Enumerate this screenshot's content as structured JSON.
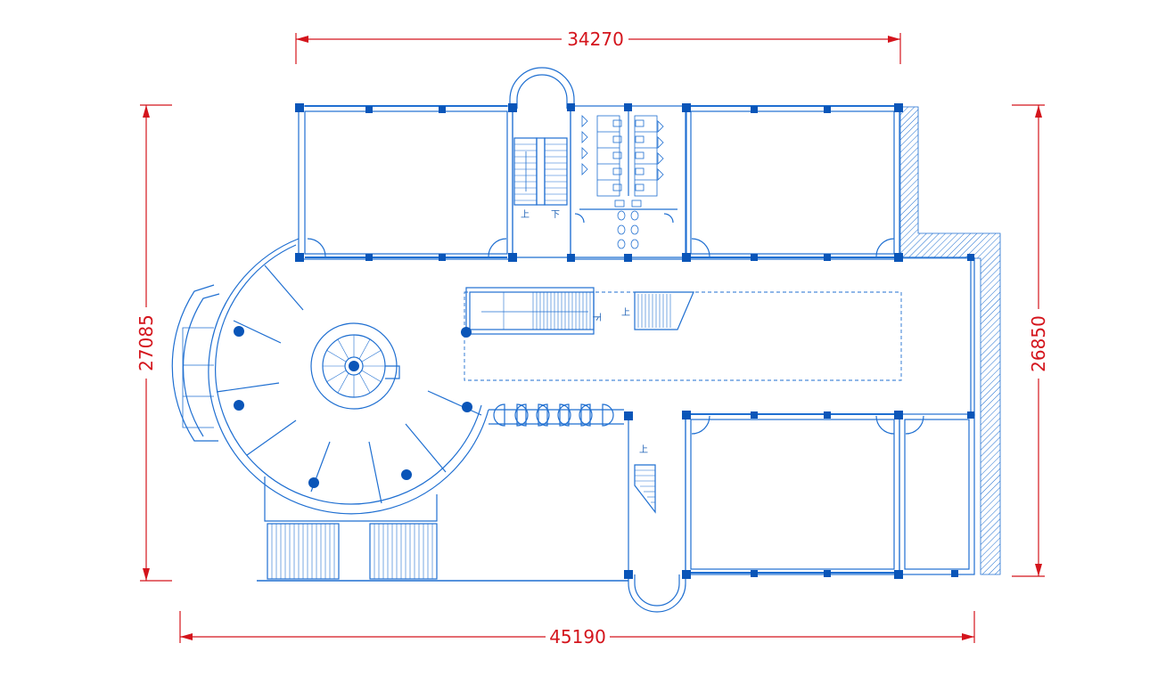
{
  "drawing": {
    "colors": {
      "wall": "#1f6fd1",
      "column": "#0a55b8",
      "dimension": "#d4141c",
      "hatch": "#1f6fd1"
    },
    "dimensions": {
      "top": "34270",
      "bottom": "45190",
      "left": "27085",
      "right": "26850"
    },
    "stair_labels": {
      "up": "上",
      "down": "下"
    }
  }
}
